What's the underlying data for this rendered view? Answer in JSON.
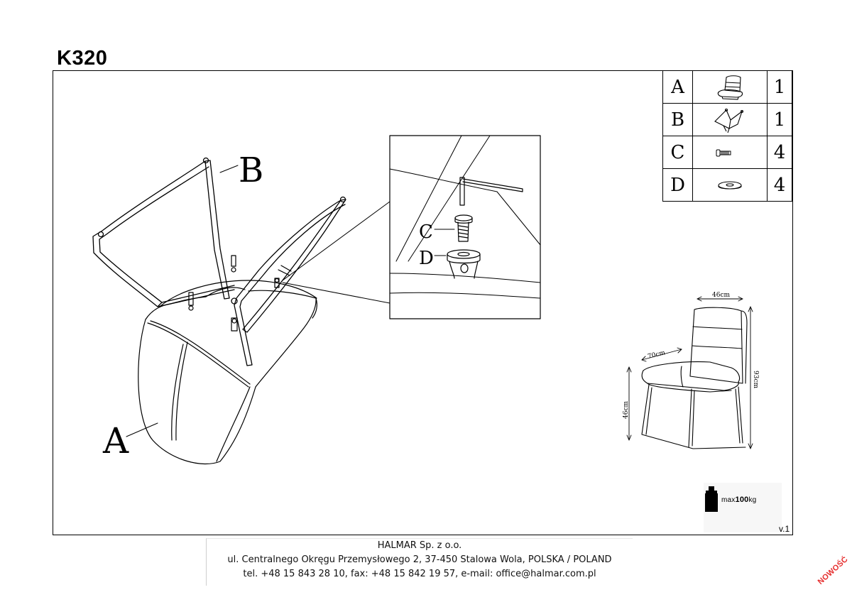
{
  "product_code": "K320",
  "version": "v.1",
  "parts": [
    {
      "letter": "A",
      "icon": "chair-seat-icon",
      "qty": "1"
    },
    {
      "letter": "B",
      "icon": "chair-frame-icon",
      "qty": "1"
    },
    {
      "letter": "C",
      "icon": "bolt-icon",
      "qty": "4"
    },
    {
      "letter": "D",
      "icon": "washer-icon",
      "qty": "4"
    }
  ],
  "callouts": {
    "seat": "A",
    "frame": "B",
    "bolt": "C",
    "washer": "D"
  },
  "dimensions": {
    "width": "46cm",
    "depth": "70cm",
    "height": "93cm",
    "seat_height": "46cm"
  },
  "max_load": {
    "prefix": "max",
    "value": "100",
    "unit": "kg"
  },
  "footer": {
    "company": "HALMAR Sp. z o.o.",
    "address": "ul. Centralnego Okręgu Przemysłowego 2, 37-450 Stalowa Wola, POLSKA / POLAND",
    "contact": "tel. +48 15 843 28 10, fax: +48 15 842 19 57, e-mail: office@halmar.com.pl"
  },
  "badge": "NOWOŚĆ"
}
